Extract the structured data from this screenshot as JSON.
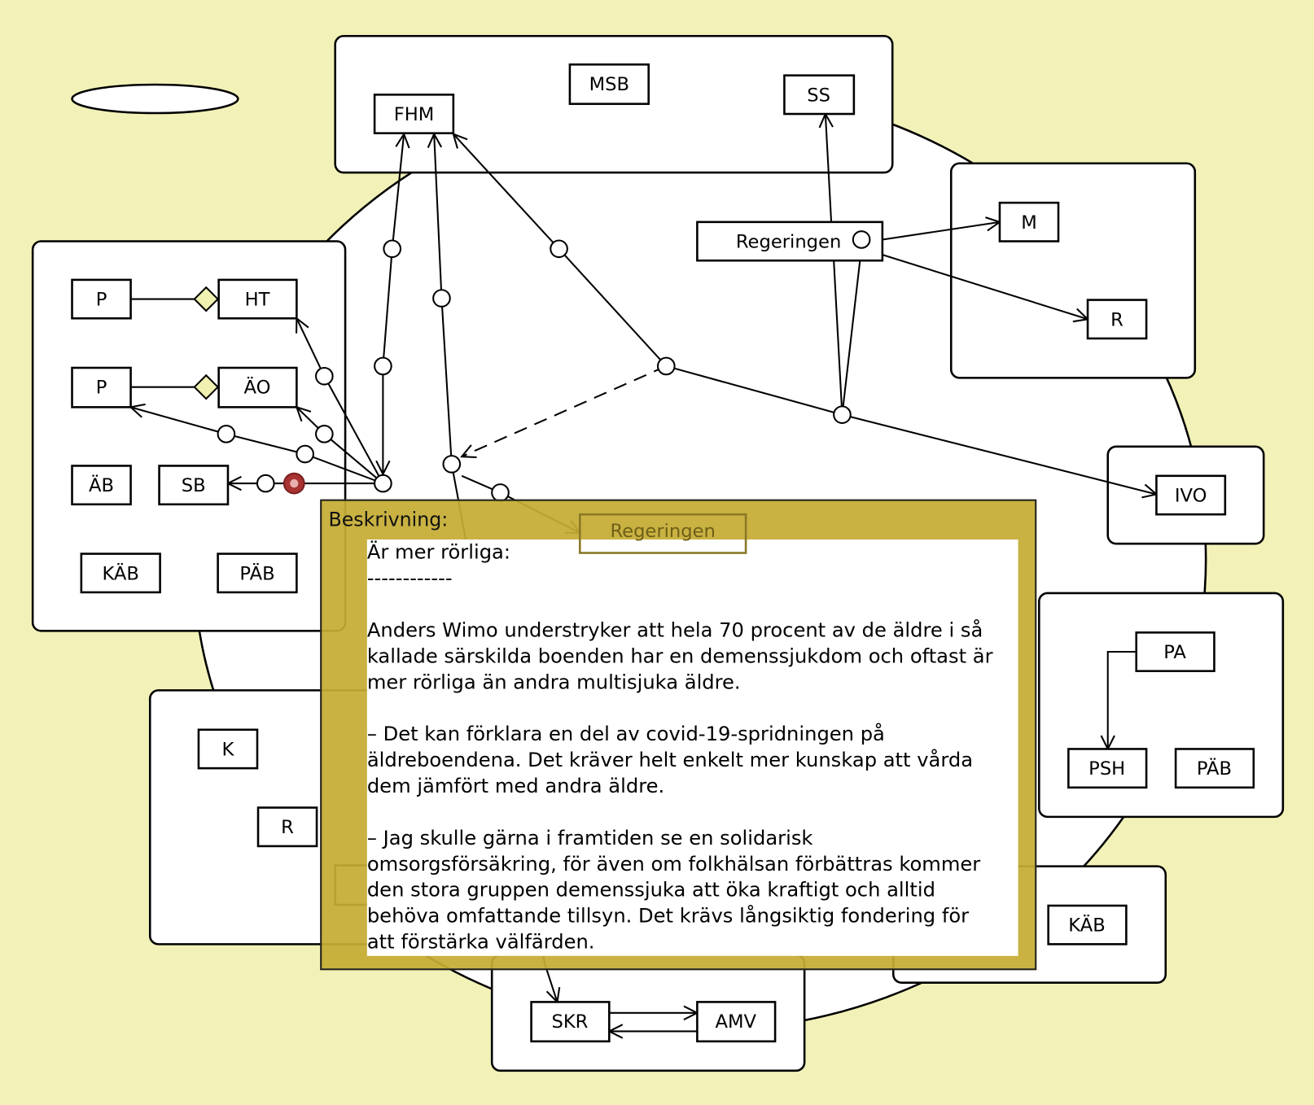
{
  "diagram": {
    "top_group": {
      "fhm": "FHM",
      "msb": "MSB",
      "ss": "SS"
    },
    "regeringen": "Regeringen",
    "regeringen_faded": "Regeringen",
    "right_group": {
      "m": "M",
      "r": "R"
    },
    "ivo_group": {
      "ivo": "IVO"
    },
    "pa_group": {
      "pa": "PA",
      "psh": "PSH",
      "pab": "PÄB"
    },
    "kab_group": {
      "kab": "KÄB"
    },
    "bottom_group": {
      "skr": "SKR",
      "amv": "AMV"
    },
    "left_group": {
      "p1": "P",
      "ht": "HT",
      "p2": "P",
      "ao": "ÄO",
      "ab": "ÄB",
      "sb": "SB",
      "kab": "KÄB",
      "pab": "PÄB"
    },
    "lower_left_group": {
      "k": "K",
      "r": "R"
    }
  },
  "popup": {
    "title": "Beskrivning:",
    "lines": [
      "Är mer rörliga:",
      "------------",
      "",
      "Anders Wimo understryker att hela 70 procent av de äldre i så",
      "kallade särskilda boenden har en demenssjukdom och oftast är",
      "mer rörliga än andra multisjuka äldre.",
      "",
      "– Det kan förklara en del av covid-19-spridningen på",
      "äldreboendena. Det kräver helt enkelt mer kunskap att vårda",
      "dem jämfört med andra äldre.",
      "",
      "– Jag skulle gärna i framtiden se en solidarisk",
      "omsorgsförsäkring, för även om folkhälsan förbättras kommer",
      "den stora gruppen demenssjuka att öka kraftigt och alltid",
      "behöva omfattande tillsyn. Det krävs långsiktig fondering för",
      "att förstärka välfärden."
    ]
  },
  "colors": {
    "background": "#f2f2b8",
    "popup": "#c5ac34",
    "selected_hub": "#a83232",
    "diamond": "#f0f0b0"
  }
}
